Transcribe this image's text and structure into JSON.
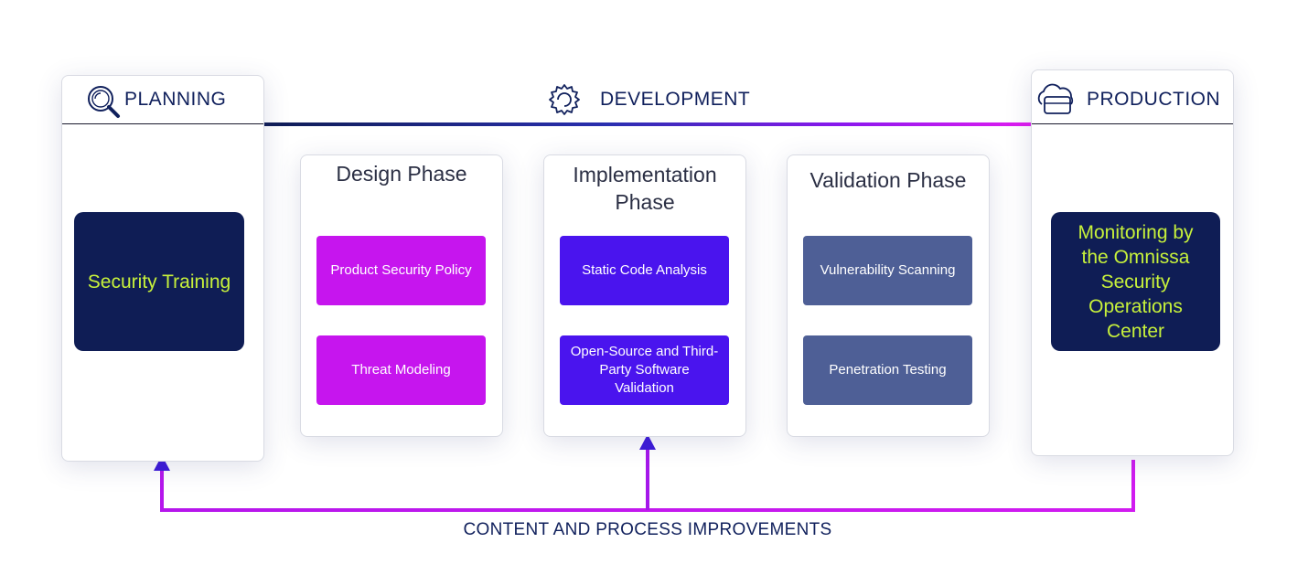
{
  "colors": {
    "navy": "#10205c",
    "dark_box": "#0f1d55",
    "lime_text": "#c7f13b",
    "magenta": "#c615ee",
    "violet": "#4a14ee",
    "slate": "#4e5f96",
    "arrow_violet": "#3d1ad9",
    "arrow_magenta": "#c615ee"
  },
  "icons": {
    "planning": "magnifier-icon",
    "development": "gear-icon",
    "production": "cloud-server-icon"
  },
  "planning": {
    "title": "PLANNING",
    "box": "Security Training"
  },
  "development": {
    "title": "DEVELOPMENT"
  },
  "production": {
    "title": "PRODUCTION",
    "box": "Monitoring by the Omnissa Security Operations Center"
  },
  "phases": [
    {
      "title": "Design Phase",
      "items": [
        "Product Security Policy",
        "Threat Modeling"
      ]
    },
    {
      "title": "Implementation Phase",
      "items": [
        "Static Code Analysis",
        "Open-Source and Third-Party Software Validation"
      ]
    },
    {
      "title": "Validation Phase",
      "items": [
        "Vulnerability Scanning",
        "Penetration Testing"
      ]
    }
  ],
  "feedback": {
    "label": "CONTENT AND PROCESS IMPROVEMENTS"
  }
}
